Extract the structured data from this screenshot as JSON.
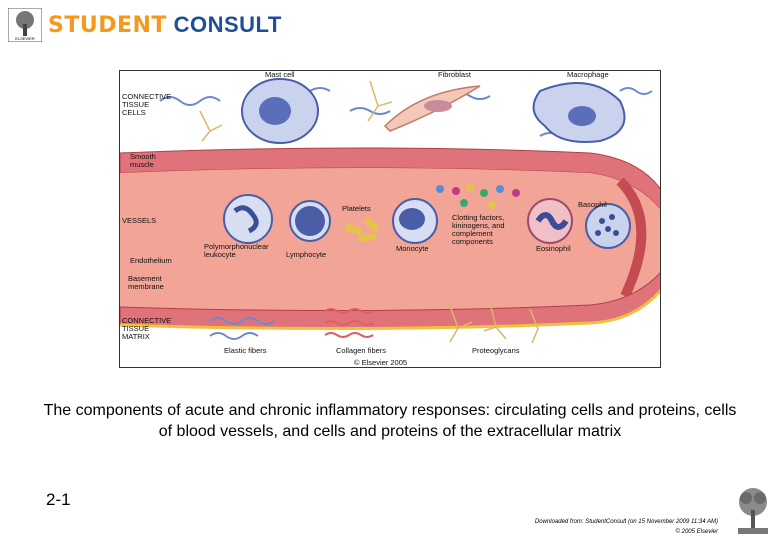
{
  "header": {
    "brand_part1": "STUDENT",
    "brand_part2": "CONSULT",
    "publisher_small": "ELSEVIER"
  },
  "figure": {
    "labels": {
      "mast_cell": "Mast cell",
      "fibroblast": "Fibroblast",
      "macrophage": "Macrophage",
      "ct_cells": "CONNECTIVE\nTISSUE\nCELLS",
      "smooth_muscle": "Smooth\nmuscle",
      "vessels": "VESSELS",
      "platelets": "Platelets",
      "clotting": "Clotting factors,\nkininogens, and\ncomplement\ncomponents",
      "basophil": "Basophil",
      "pmn": "Polymorphonuclear\nleukocyte",
      "lymphocyte": "Lymphocyte",
      "monocyte": "Monocyte",
      "eosinophil": "Eosinophil",
      "endothelium": "Endothelium",
      "basement": "Basement\nmembrane",
      "ct_matrix": "CONNECTIVE\nTISSUE\nMATRIX",
      "elastic": "Elastic fibers",
      "collagen": "Collagen fibers",
      "proteoglycans": "Proteoglycans",
      "copyright": "© Elsevier 2005"
    }
  },
  "caption": "The components of acute and chronic inflammatory responses: circulating cells and proteins, cells of blood vessels, and cells and proteins of the extracellular matrix",
  "slide_number": "2-1",
  "footer": {
    "line1": "Downloaded from: StudentConsult (on 15 November 2009 11:34 AM)",
    "line2": "© 2005 Elsevier"
  }
}
